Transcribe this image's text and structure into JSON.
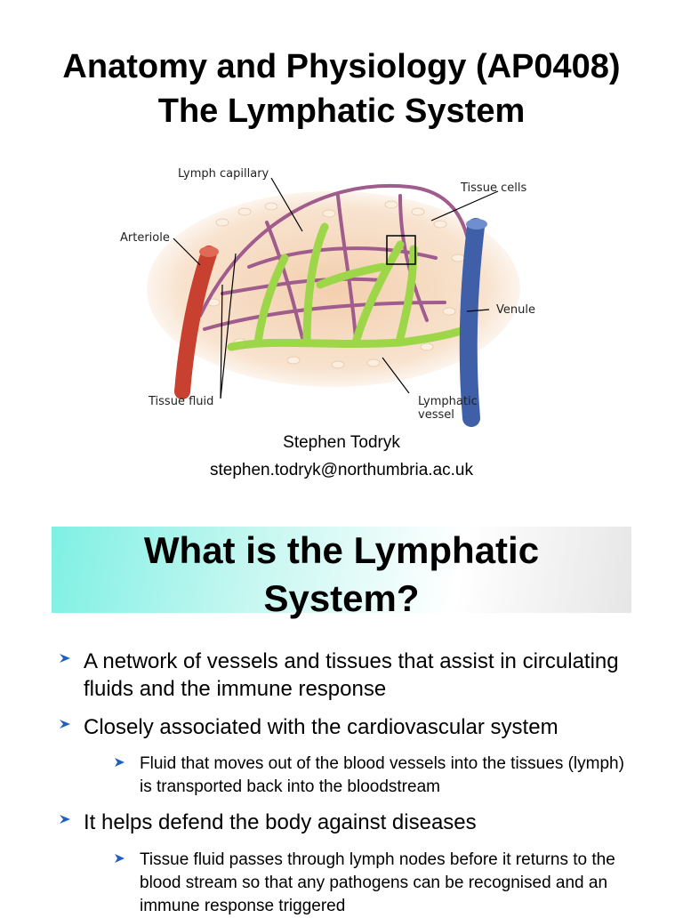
{
  "slide1": {
    "title_line1": "Anatomy and Physiology (AP0408)",
    "title_line2": "The Lymphatic System",
    "figure": {
      "labels": {
        "lymph_capillary": "Lymph capillary",
        "tissue_cells": "Tissue cells",
        "arteriole": "Arteriole",
        "venule": "Venule",
        "tissue_fluid": "Tissue fluid",
        "lymphatic_vessel_1": "Lymphatic",
        "lymphatic_vessel_2": "vessel"
      },
      "colors": {
        "arteriole": "#c8402f",
        "venule": "#3f5fa8",
        "lymph": "#9ed64a",
        "capillary_bed": "#a05c8c",
        "tissue": "#f6dcc4"
      }
    },
    "author": "Stephen Todryk",
    "email": "stephen.todryk@northumbria.ac.uk"
  },
  "slide2": {
    "title_line1": "What is the Lymphatic",
    "title_line2": "System?",
    "bullets": [
      {
        "text": "A network of vessels and tissues that assist in circulating fluids and the immune response"
      },
      {
        "text": "Closely associated with the cardiovascular system"
      },
      {
        "text": "Fluid that moves out of the blood vessels into the tissues (lymph) is transported back into the bloodstream"
      },
      {
        "text": "It helps defend the body against diseases"
      },
      {
        "text": "Tissue fluid passes through lymph nodes before it returns to the blood stream so that any pathogens can be recognised and an immune response triggered"
      }
    ],
    "bullet_color": "#1f5fbf",
    "bullet_icon": "arrow-bullet-icon"
  }
}
